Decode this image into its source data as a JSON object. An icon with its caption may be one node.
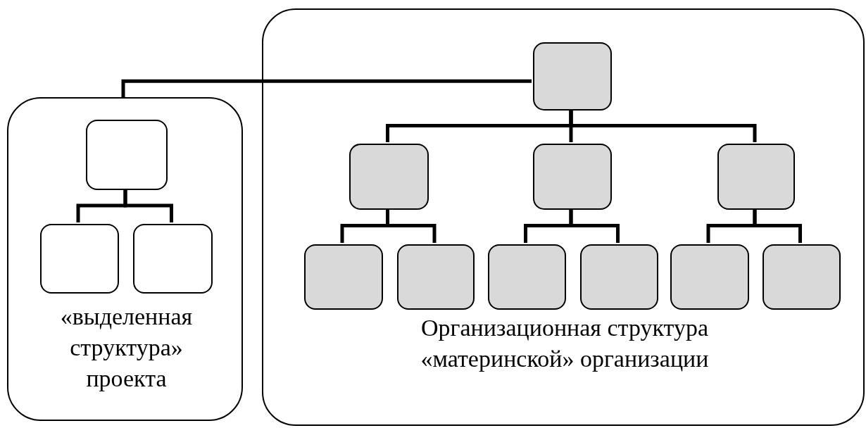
{
  "diagram": {
    "nodes": [
      {
        "text": [
          "«выделенная структура» проекта"
        ]
      },
      {
        "text": [
          "Организационная структура «материнской» организации"
        ]
      },
      {
        "text": [],
        "shape": "box",
        "in": 0
      },
      {
        "text": [],
        "shape": "box",
        "in": 0
      },
      {
        "text": [],
        "shape": "box",
        "in": 0
      },
      {
        "text": [],
        "shape": "box",
        "in": 1
      },
      {
        "text": [],
        "shape": "box",
        "in": 1
      },
      {
        "text": [],
        "shape": "box",
        "in": 1
      },
      {
        "text": [],
        "shape": "box",
        "in": 1
      },
      {
        "text": [],
        "shape": "box",
        "in": 1
      },
      {
        "text": [],
        "shape": "box",
        "in": 1
      },
      {
        "text": [],
        "shape": "box",
        "in": 1
      },
      {
        "text": [],
        "shape": "box",
        "in": 1
      },
      {
        "text": [],
        "shape": "box",
        "in": 1
      },
      {
        "text": [],
        "shape": "box",
        "in": 1
      }
    ],
    "edges": [
      {
        "from": 5,
        "to": 0,
        "arrow": "none"
      },
      {
        "from": 2,
        "to": 3,
        "arrow": "none"
      },
      {
        "from": 2,
        "to": 4,
        "arrow": "none"
      },
      {
        "from": 5,
        "to": 6,
        "arrow": "none"
      },
      {
        "from": 5,
        "to": 7,
        "arrow": "none"
      },
      {
        "from": 5,
        "to": 8,
        "arrow": "none"
      },
      {
        "from": 6,
        "to": 9,
        "arrow": "none"
      },
      {
        "from": 6,
        "to": 10,
        "arrow": "none"
      },
      {
        "from": 7,
        "to": 11,
        "arrow": "none"
      },
      {
        "from": 7,
        "to": 12,
        "arrow": "none"
      },
      {
        "from": 8,
        "to": 13,
        "arrow": "none"
      },
      {
        "from": 8,
        "to": 14,
        "arrow": "none"
      }
    ]
  }
}
